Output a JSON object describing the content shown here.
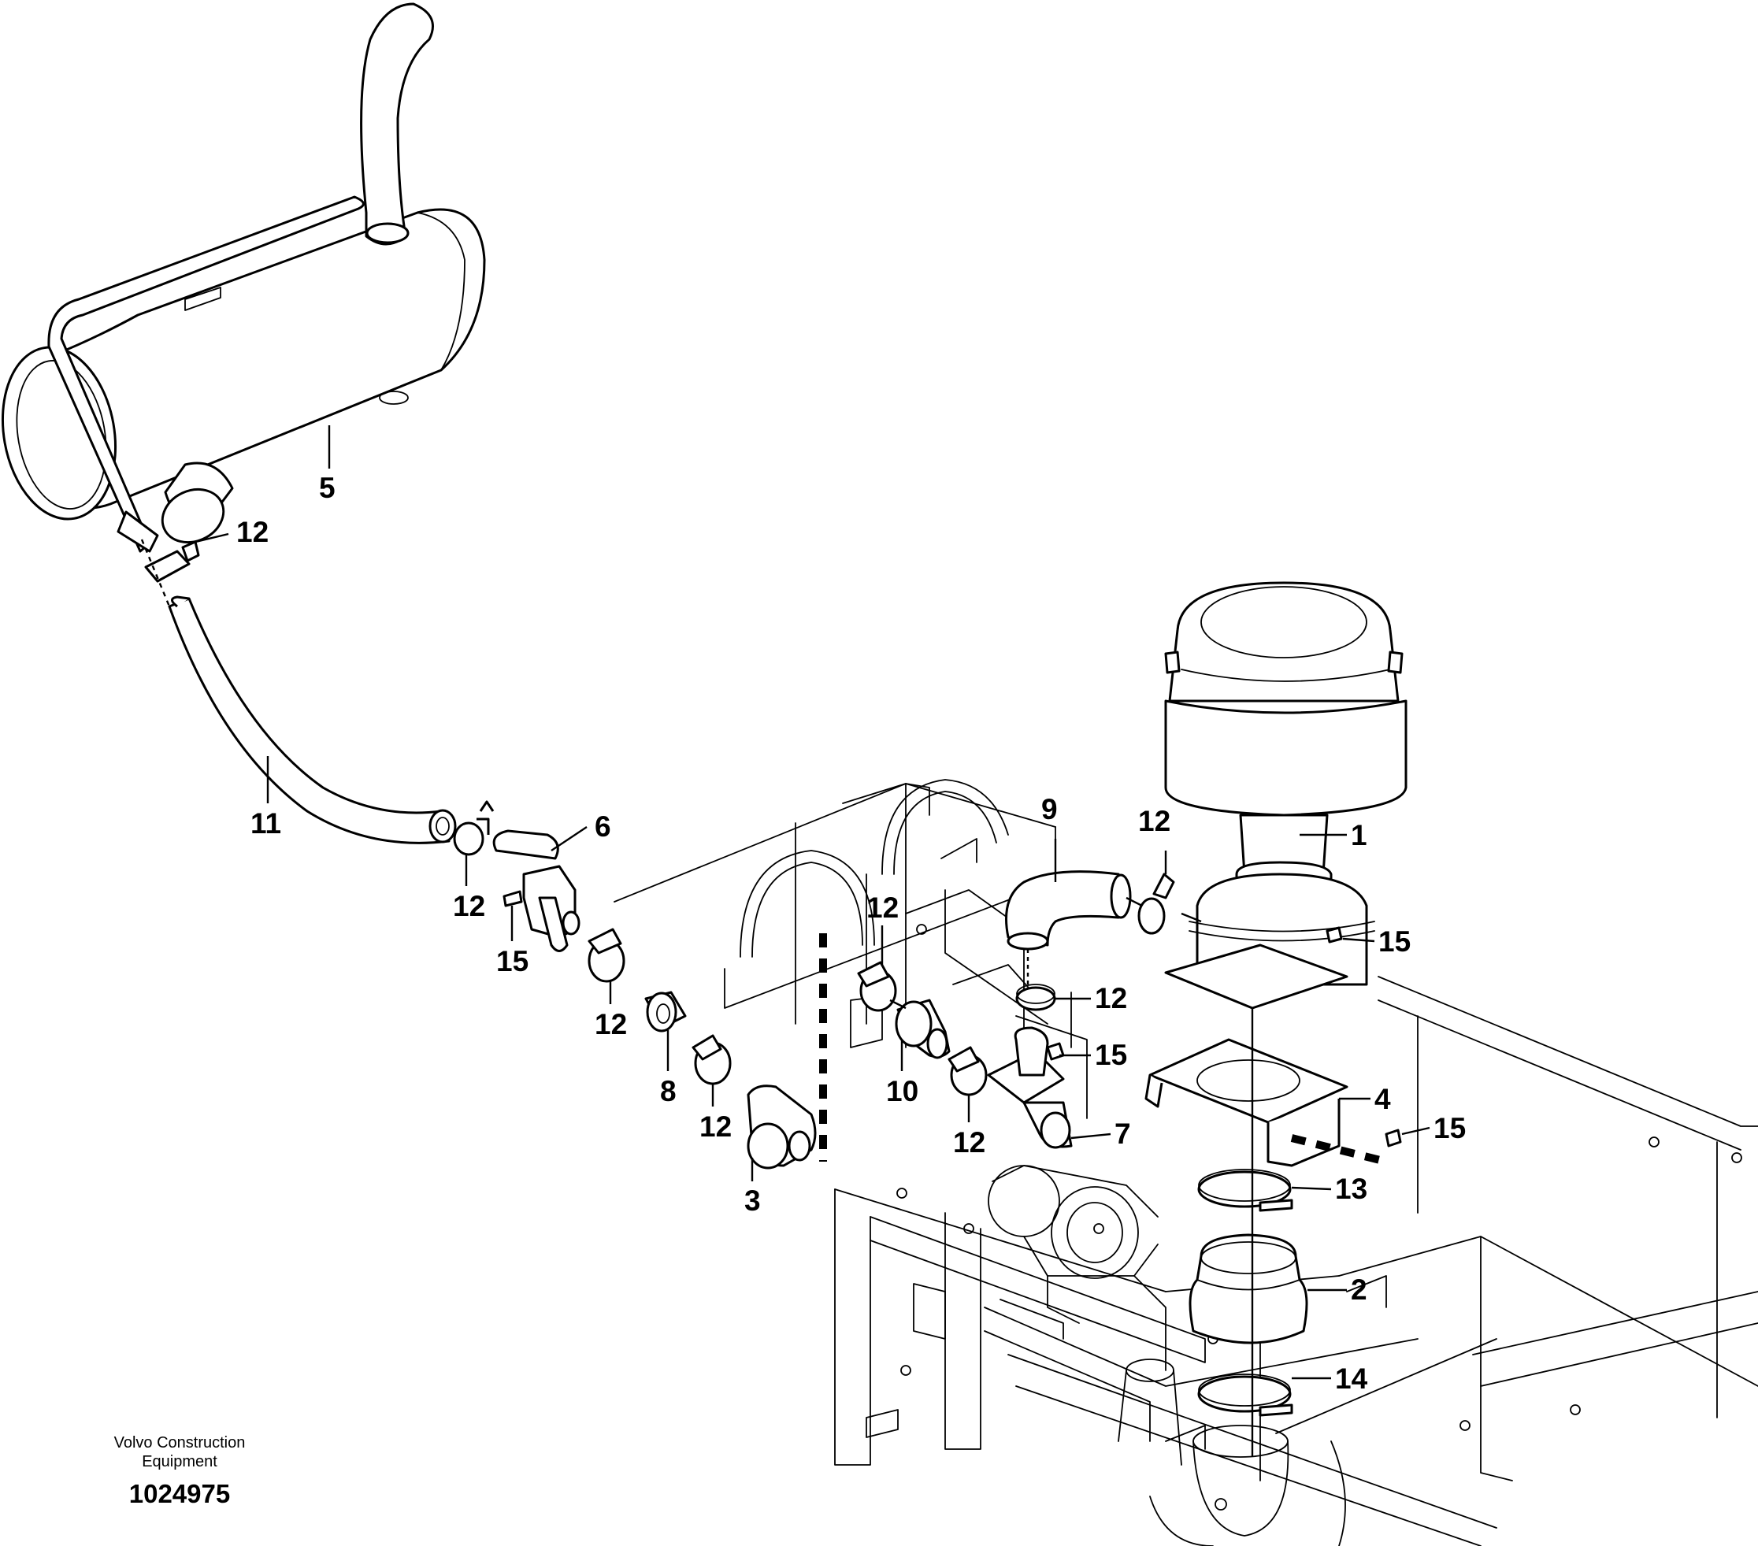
{
  "brand": {
    "line1": "Volvo Construction",
    "line2": "Equipment",
    "document_number": "1024975"
  },
  "callouts": [
    {
      "id": "c1",
      "text": "1"
    },
    {
      "id": "c2",
      "text": "2"
    },
    {
      "id": "c3",
      "text": "3"
    },
    {
      "id": "c4",
      "text": "4"
    },
    {
      "id": "c5",
      "text": "5"
    },
    {
      "id": "c6",
      "text": "6"
    },
    {
      "id": "c7",
      "text": "7"
    },
    {
      "id": "c8",
      "text": "8"
    },
    {
      "id": "c9",
      "text": "9"
    },
    {
      "id": "c10",
      "text": "10"
    },
    {
      "id": "c11",
      "text": "11"
    },
    {
      "id": "c12a",
      "text": "12"
    },
    {
      "id": "c12b",
      "text": "12"
    },
    {
      "id": "c12c",
      "text": "12"
    },
    {
      "id": "c12d",
      "text": "12"
    },
    {
      "id": "c12e",
      "text": "12"
    },
    {
      "id": "c12f",
      "text": "12"
    },
    {
      "id": "c12g",
      "text": "12"
    },
    {
      "id": "c12h",
      "text": "12"
    },
    {
      "id": "c13",
      "text": "13"
    },
    {
      "id": "c14",
      "text": "14"
    },
    {
      "id": "c15a",
      "text": "15"
    },
    {
      "id": "c15b",
      "text": "15"
    },
    {
      "id": "c15c",
      "text": "15"
    },
    {
      "id": "c15d",
      "text": "15"
    }
  ]
}
